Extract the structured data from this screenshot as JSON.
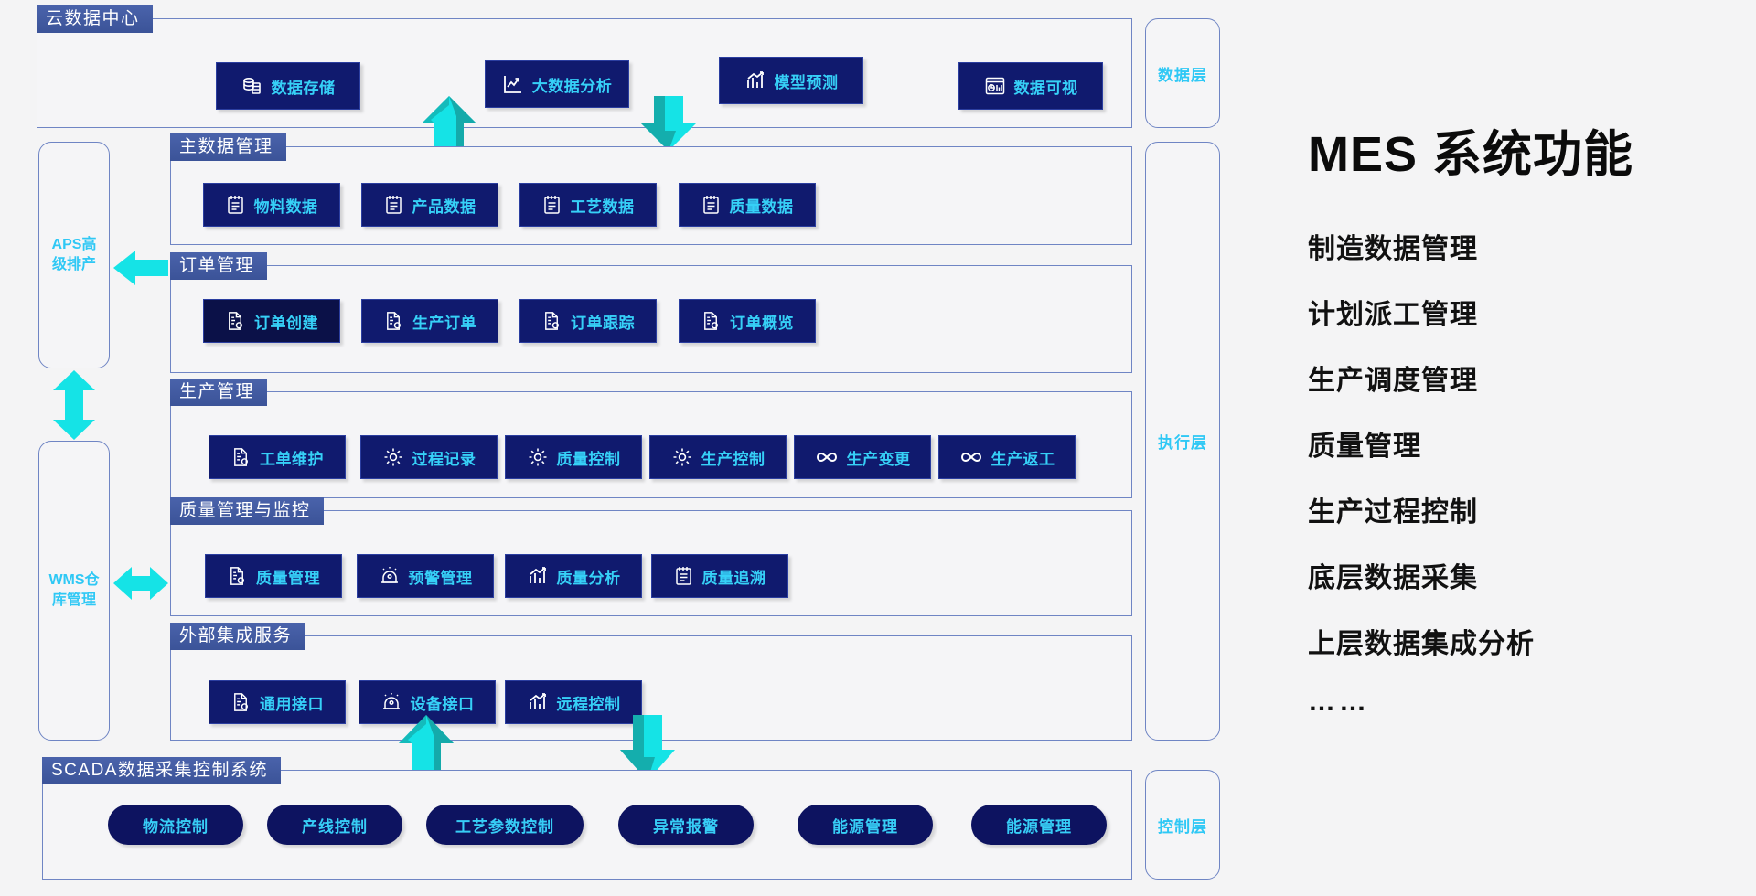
{
  "layers": [
    {
      "id": "data-layer",
      "label": "数据层"
    },
    {
      "id": "execution-layer",
      "label": "执行层"
    },
    {
      "id": "control-layer",
      "label": "控制层"
    }
  ],
  "side_systems": [
    {
      "id": "aps",
      "label": "APS高级排产"
    },
    {
      "id": "wms",
      "label": "WMS仓库管理"
    }
  ],
  "sections": [
    {
      "id": "cloud-data-center",
      "title": "云数据中心",
      "buttons": [
        {
          "label": "数据存储",
          "icon": "database-icon"
        },
        {
          "label": "大数据分析",
          "icon": "line-chart-icon"
        },
        {
          "label": "模型预测",
          "icon": "bar-chart-arrow-icon"
        },
        {
          "label": "数据可视",
          "icon": "dashboard-icon"
        }
      ]
    },
    {
      "id": "master-data-management",
      "title": "主数据管理",
      "buttons": [
        {
          "label": "物料数据",
          "icon": "notebook-icon"
        },
        {
          "label": "产品数据",
          "icon": "notebook-icon"
        },
        {
          "label": "工艺数据",
          "icon": "notebook-icon"
        },
        {
          "label": "质量数据",
          "icon": "notebook-icon"
        }
      ]
    },
    {
      "id": "order-management",
      "title": "订单管理",
      "buttons": [
        {
          "label": "订单创建",
          "icon": "document-gear-icon"
        },
        {
          "label": "生产订单",
          "icon": "document-gear-icon"
        },
        {
          "label": "订单跟踪",
          "icon": "document-gear-icon"
        },
        {
          "label": "订单概览",
          "icon": "document-gear-icon"
        }
      ]
    },
    {
      "id": "production-management",
      "title": "生产管理",
      "buttons": [
        {
          "label": "工单维护",
          "icon": "document-gear-icon"
        },
        {
          "label": "过程记录",
          "icon": "gear-icon"
        },
        {
          "label": "质量控制",
          "icon": "gear-icon"
        },
        {
          "label": "生产控制",
          "icon": "gear-icon"
        },
        {
          "label": "生产变更",
          "icon": "infinity-icon"
        },
        {
          "label": "生产返工",
          "icon": "infinity-icon"
        }
      ]
    },
    {
      "id": "quality-management-monitoring",
      "title": "质量管理与监控",
      "buttons": [
        {
          "label": "质量管理",
          "icon": "document-gear-icon"
        },
        {
          "label": "预警管理",
          "icon": "alarm-icon"
        },
        {
          "label": "质量分析",
          "icon": "bar-chart-arrow-icon"
        },
        {
          "label": "质量追溯",
          "icon": "notebook-icon"
        }
      ]
    },
    {
      "id": "external-integration-services",
      "title": "外部集成服务",
      "buttons": [
        {
          "label": "通用接口",
          "icon": "document-gear-icon"
        },
        {
          "label": "设备接口",
          "icon": "alarm-icon"
        },
        {
          "label": "远程控制",
          "icon": "bar-chart-arrow-icon"
        }
      ]
    },
    {
      "id": "scada",
      "title": "SCADA数据采集控制系统",
      "buttons": [
        {
          "label": "物流控制",
          "icon": "none"
        },
        {
          "label": "产线控制",
          "icon": "none"
        },
        {
          "label": "工艺参数控制",
          "icon": "none"
        },
        {
          "label": "异常报警",
          "icon": "none"
        },
        {
          "label": "能源管理",
          "icon": "none"
        },
        {
          "label": "能源管理",
          "icon": "none"
        }
      ]
    }
  ],
  "info_panel": {
    "title": "MES 系统功能",
    "items": [
      "制造数据管理",
      "计划派工管理",
      "生产调度管理",
      "质量管理",
      "生产过程控制",
      "底层数据采集",
      "上层数据集成分析"
    ],
    "ellipsis": "……"
  },
  "colors": {
    "background": "#f4f4f5",
    "button_fill": "#101a6e",
    "button_text": "#36d0f7",
    "section_header": "#3b5398",
    "border": "#6f85c4",
    "arrow_cyan": "#15e3e6",
    "arrow_shade": "#14a09f",
    "layer_text": "#2fc8f5"
  }
}
